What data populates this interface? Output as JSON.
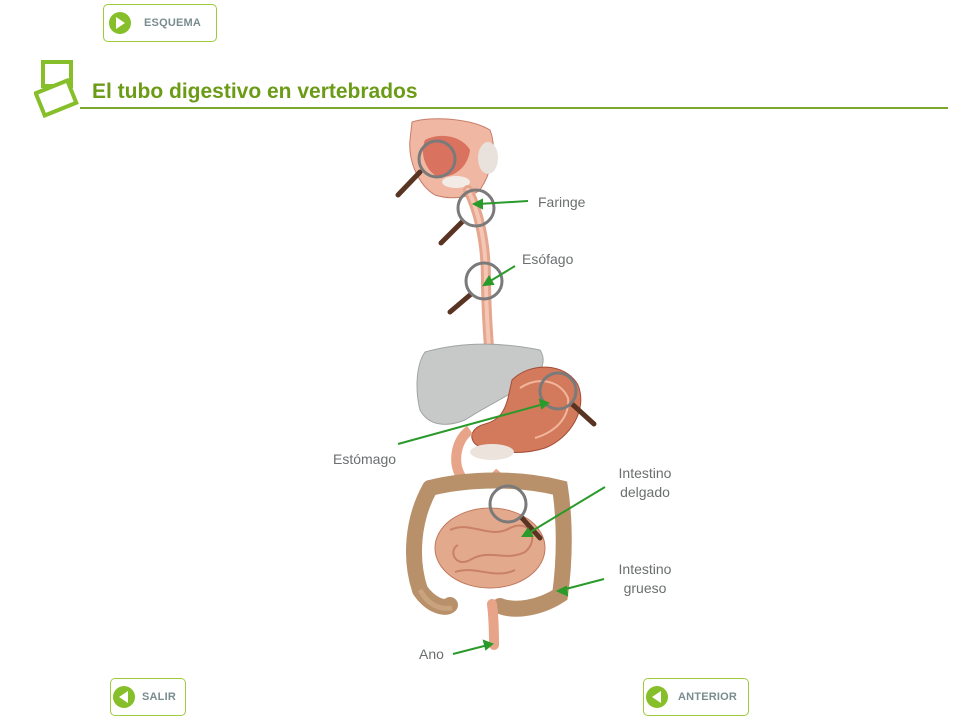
{
  "nav": {
    "esquema_label": "ESQUEMA",
    "salir_label": "SALIR",
    "anterior_label": "ANTERIOR"
  },
  "title": "El tubo digestivo en vertebrados",
  "labels": {
    "faringe": "Faringe",
    "esofago": "Esófago",
    "estomago": "Estómago",
    "intestino_delgado_1": "Intestino",
    "intestino_delgado_2": "delgado",
    "intestino_grueso_1": "Intestino",
    "intestino_grueso_2": "grueso",
    "ano": "Ano"
  },
  "colors": {
    "accent": "#86bf2a",
    "title": "#6c9b17",
    "label_text": "#6b6e6f",
    "pointer": "#2a9a2a"
  },
  "icons": [
    "play-right-icon",
    "play-left-icon",
    "magnifier-icon",
    "book-logo-icon"
  ]
}
